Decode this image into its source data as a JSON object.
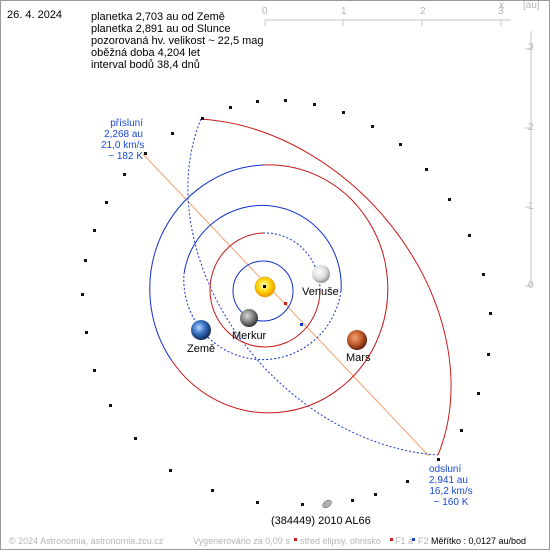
{
  "date": "26. 4. 2024",
  "info": {
    "dist_earth": "planetka 2,703 au od Země",
    "dist_sun": "planetka 2,891 au od Slunce",
    "magnitude": "pozorovaná hv. velikost ~ 22,5 mag",
    "period": "oběžná doba 4,204 let",
    "interval": "interval bodů 38,4 dnů"
  },
  "axis": {
    "top_ticks": [
      "0",
      "1",
      "2",
      "3"
    ],
    "right_ticks": [
      "3",
      "2",
      "1",
      "0"
    ],
    "x_label": "x",
    "unit_label": "[au]"
  },
  "perihelion": {
    "title": "přísluní",
    "dist": "2,268 au",
    "speed": "21,0 km/s",
    "temp": "~ 182 K"
  },
  "aphelion": {
    "title": "odsluní",
    "dist": "2,941 au",
    "speed": "16,2 km/s",
    "temp": "~ 160 K"
  },
  "planets": {
    "venus": "Venuše",
    "mercury": "Merkur",
    "earth": "Země",
    "mars": "Mars"
  },
  "asteroid_name": "(384449) 2010 AL66",
  "footer": {
    "copyright": "© 2024 Astronomia, astronomia.zcu.cz",
    "generated": "Vygenerováno za 0,09 s",
    "legend_center": "střed elipsy, ohnisko",
    "legend_f1": "F1 a",
    "legend_f2": "F2",
    "scale": "Měřítko : 0,0127 au/bod"
  },
  "colors": {
    "orbit_blue": "#1030c8",
    "orbit_red": "#c81818",
    "asteroid_blue": "#1a3ad0",
    "asteroid_red": "#d01a1a",
    "apsis_line": "#f4a070",
    "info_blue": "#1b4bd6",
    "axis_grey": "#b5b5b5"
  }
}
